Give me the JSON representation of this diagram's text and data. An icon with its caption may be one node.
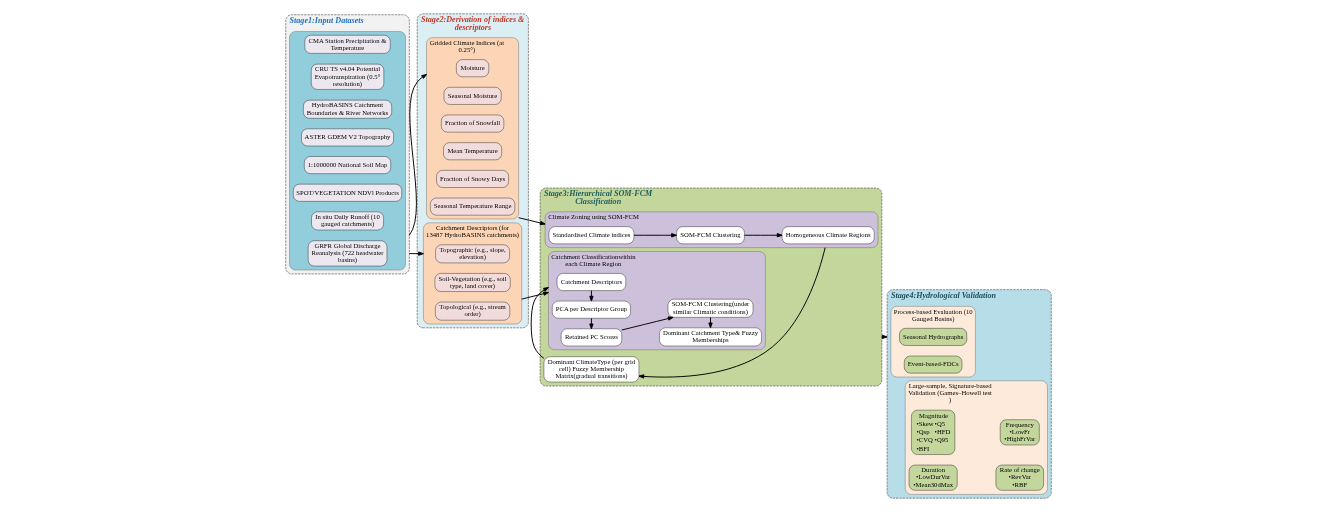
{
  "diagram": {
    "nodes": [
      {
        "text": [
          "Stage1:Input Datasets"
        ]
      },
      {
        "text": [],
        "shape": "box",
        "in": 0
      },
      {
        "text": [
          "CMA Station Precipitation & Temperature"
        ],
        "in": 1
      },
      {
        "text": [
          "CRU TS v4.04 Potential Evapotranspiration (0.5° resolution)"
        ],
        "in": 1
      },
      {
        "text": [
          "HydroBASINS Catchment Boundaries & River Networks"
        ],
        "in": 1
      },
      {
        "text": [
          "ASTER GDEM V2 Topography"
        ],
        "in": 1
      },
      {
        "text": [
          "1:1000000 National Soil Map"
        ],
        "in": 1
      },
      {
        "text": [
          "SPOT/VEGETATION NDVl Products"
        ],
        "in": 1
      },
      {
        "text": [
          "In situ Daily Runoff (10 gauged catchments)"
        ],
        "in": 1
      },
      {
        "text": [
          "GRFR Global Discharge Reanalysis (722 headwater basins)"
        ],
        "in": 1
      },
      {
        "text": [
          "Stage2:Derivation of indices & descriptors"
        ]
      },
      {
        "text": [
          "Gridded Climate Indices (at 0.25°)"
        ],
        "in": 10
      },
      {
        "text": [
          "Moisture"
        ],
        "in": 11
      },
      {
        "text": [
          "Seasonal Moisture"
        ],
        "in": 11
      },
      {
        "text": [
          "Fraction of Snowfall"
        ],
        "in": 11
      },
      {
        "text": [
          "Mean Temperature"
        ],
        "in": 11
      },
      {
        "text": [
          "Fraction of Snowy Days"
        ],
        "in": 11
      },
      {
        "text": [
          "Seasonal Temperature Range"
        ],
        "in": 11
      },
      {
        "text": [
          "Catchment Descriptors (for 13487 HydroBASINS catchments)"
        ],
        "in": 10
      },
      {
        "text": [
          "Topographic (e.g., slope, elevation)"
        ],
        "in": 18
      },
      {
        "text": [
          "Soil-Vegetation (e.g., soil type, land cover)"
        ],
        "in": 18
      },
      {
        "text": [
          "Topological (e.g., stream order)"
        ],
        "in": 18
      },
      {
        "text": [
          "Stage3:Hierarchical SOM-FCM Classification"
        ]
      },
      {
        "text": [
          "Climate Zoning using SOM-FCM"
        ],
        "in": 22
      },
      {
        "text": [
          "Standardised Climate indices"
        ],
        "in": 23
      },
      {
        "text": [
          "SOM-FCM Clustering"
        ],
        "in": 23
      },
      {
        "text": [
          "Homogeneous Climate Regions"
        ],
        "in": 23
      },
      {
        "text": [
          "Dominant ClimateType (per grid cell) Fuzzy Membership Matrix(gradual transitions)"
        ],
        "in": 22
      },
      {
        "text": [
          "Catchment Classificationwithin each Climate Region"
        ],
        "in": 22
      },
      {
        "text": [
          "Catchment Descriptors"
        ],
        "in": 28
      },
      {
        "text": [
          "PCA per Descriptor Group"
        ],
        "in": 28
      },
      {
        "text": [
          "Retained PC Scores"
        ],
        "in": 28
      },
      {
        "text": [
          "SOM-FCM Clustering(under similar Climatic conditions)"
        ],
        "in": 28
      },
      {
        "text": [
          "Dominant Catchment Type& Fuzzy Memberships"
        ],
        "in": 28
      },
      {
        "text": [
          "Stage4:Hydrological Validation"
        ]
      },
      {
        "text": [
          "Process-based Evaluation (10 Gauged Basins)"
        ],
        "in": 34
      },
      {
        "text": [
          "Seasonal Hydrographs"
        ],
        "in": 35
      },
      {
        "text": [
          "Event-based-FDCs"
        ],
        "in": 35
      },
      {
        "text": [
          "Large-sample, Signature-based Validation (Games–Howell test )"
        ],
        "in": 34
      },
      {
        "text": [
          "Magnitude",
          "•Skew",
          "•Q5",
          "•Qsp",
          "•HFD",
          "•CVQ",
          "•Q95",
          "•BFI"
        ],
        "in": 38
      },
      {
        "text": [
          "Frequency",
          "•LowFr",
          "•HighFrVar"
        ],
        "in": 38
      },
      {
        "text": [
          "Duration",
          "•LowDurVar",
          "•Mean30dMax"
        ],
        "in": 38
      },
      {
        "text": [
          "Rate of change",
          "•RevVar",
          "•RBF"
        ],
        "in": 38
      }
    ],
    "edges": [
      {
        "from": 0,
        "to": 11,
        "arrow": "to"
      },
      {
        "from": 0,
        "to": 18,
        "arrow": "to"
      },
      {
        "from": 11,
        "to": 23,
        "arrow": "to"
      },
      {
        "from": 18,
        "to": 28,
        "arrow": "to"
      },
      {
        "from": 24,
        "to": 25,
        "arrow": "to"
      },
      {
        "from": 25,
        "to": 26,
        "arrow": "to"
      },
      {
        "from": 23,
        "to": 27,
        "arrow": "to"
      },
      {
        "from": 27,
        "to": 28,
        "arrow": "to"
      },
      {
        "from": 29,
        "to": 30,
        "arrow": "to"
      },
      {
        "from": 30,
        "to": 31,
        "arrow": "to"
      },
      {
        "from": 31,
        "to": 32,
        "arrow": "to"
      },
      {
        "from": 32,
        "to": 33,
        "arrow": "to"
      },
      {
        "from": 22,
        "to": 34,
        "arrow": "to"
      }
    ]
  }
}
